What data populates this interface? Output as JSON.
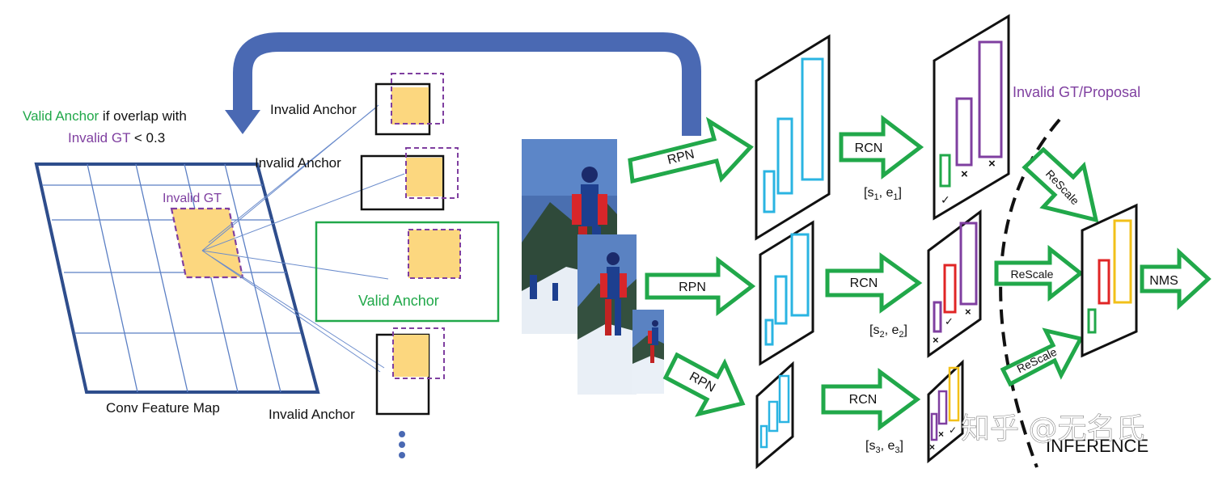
{
  "left": {
    "rule_valid": "Valid Anchor",
    "rule_mid": " if overlap with",
    "rule_invalid_gt": "Invalid GT",
    "rule_threshold": " < 0.3",
    "map_gt_label": "Invalid GT",
    "map_label": "Conv Feature Map",
    "anchor1": "Invalid Anchor",
    "anchor2": "Invalid Anchor",
    "anchor3": "Valid Anchor",
    "anchor4": "Invalid Anchor"
  },
  "pipeline": {
    "rpn1": "RPN",
    "rpn2": "RPN",
    "rpn3": "RPN",
    "rcn1": "RCN",
    "rcn2": "RCN",
    "rcn3": "RCN",
    "range1_base": "[s",
    "range1_s": "1",
    "range1_mid": ", e",
    "range1_e": "1",
    "range1_end": "]",
    "range2_base": "[s",
    "range2_s": "2",
    "range2_mid": ", e",
    "range2_e": "2",
    "range2_end": "]",
    "range3_base": "[s",
    "range3_s": "3",
    "range3_mid": ", e",
    "range3_e": "3",
    "range3_end": "]",
    "invalid_label": "Invalid GT/Proposal",
    "rescale1": "ReScale",
    "rescale2": "ReScale",
    "rescale3": "ReScale",
    "nms": "NMS",
    "inference": "INFERENCE",
    "watermark": "知乎 @无名氏"
  },
  "colors": {
    "blue_arrow": "#4a69b3",
    "green": "#21a84a",
    "purple": "#7f3fa0",
    "cyan": "#2ab4e2",
    "red": "#e02525",
    "yellow": "#f2c019",
    "gt_fill": "#fcd77f"
  },
  "icons": [
    "feedback-arrow-icon",
    "check-mark-icon",
    "cross-mark-icon"
  ]
}
